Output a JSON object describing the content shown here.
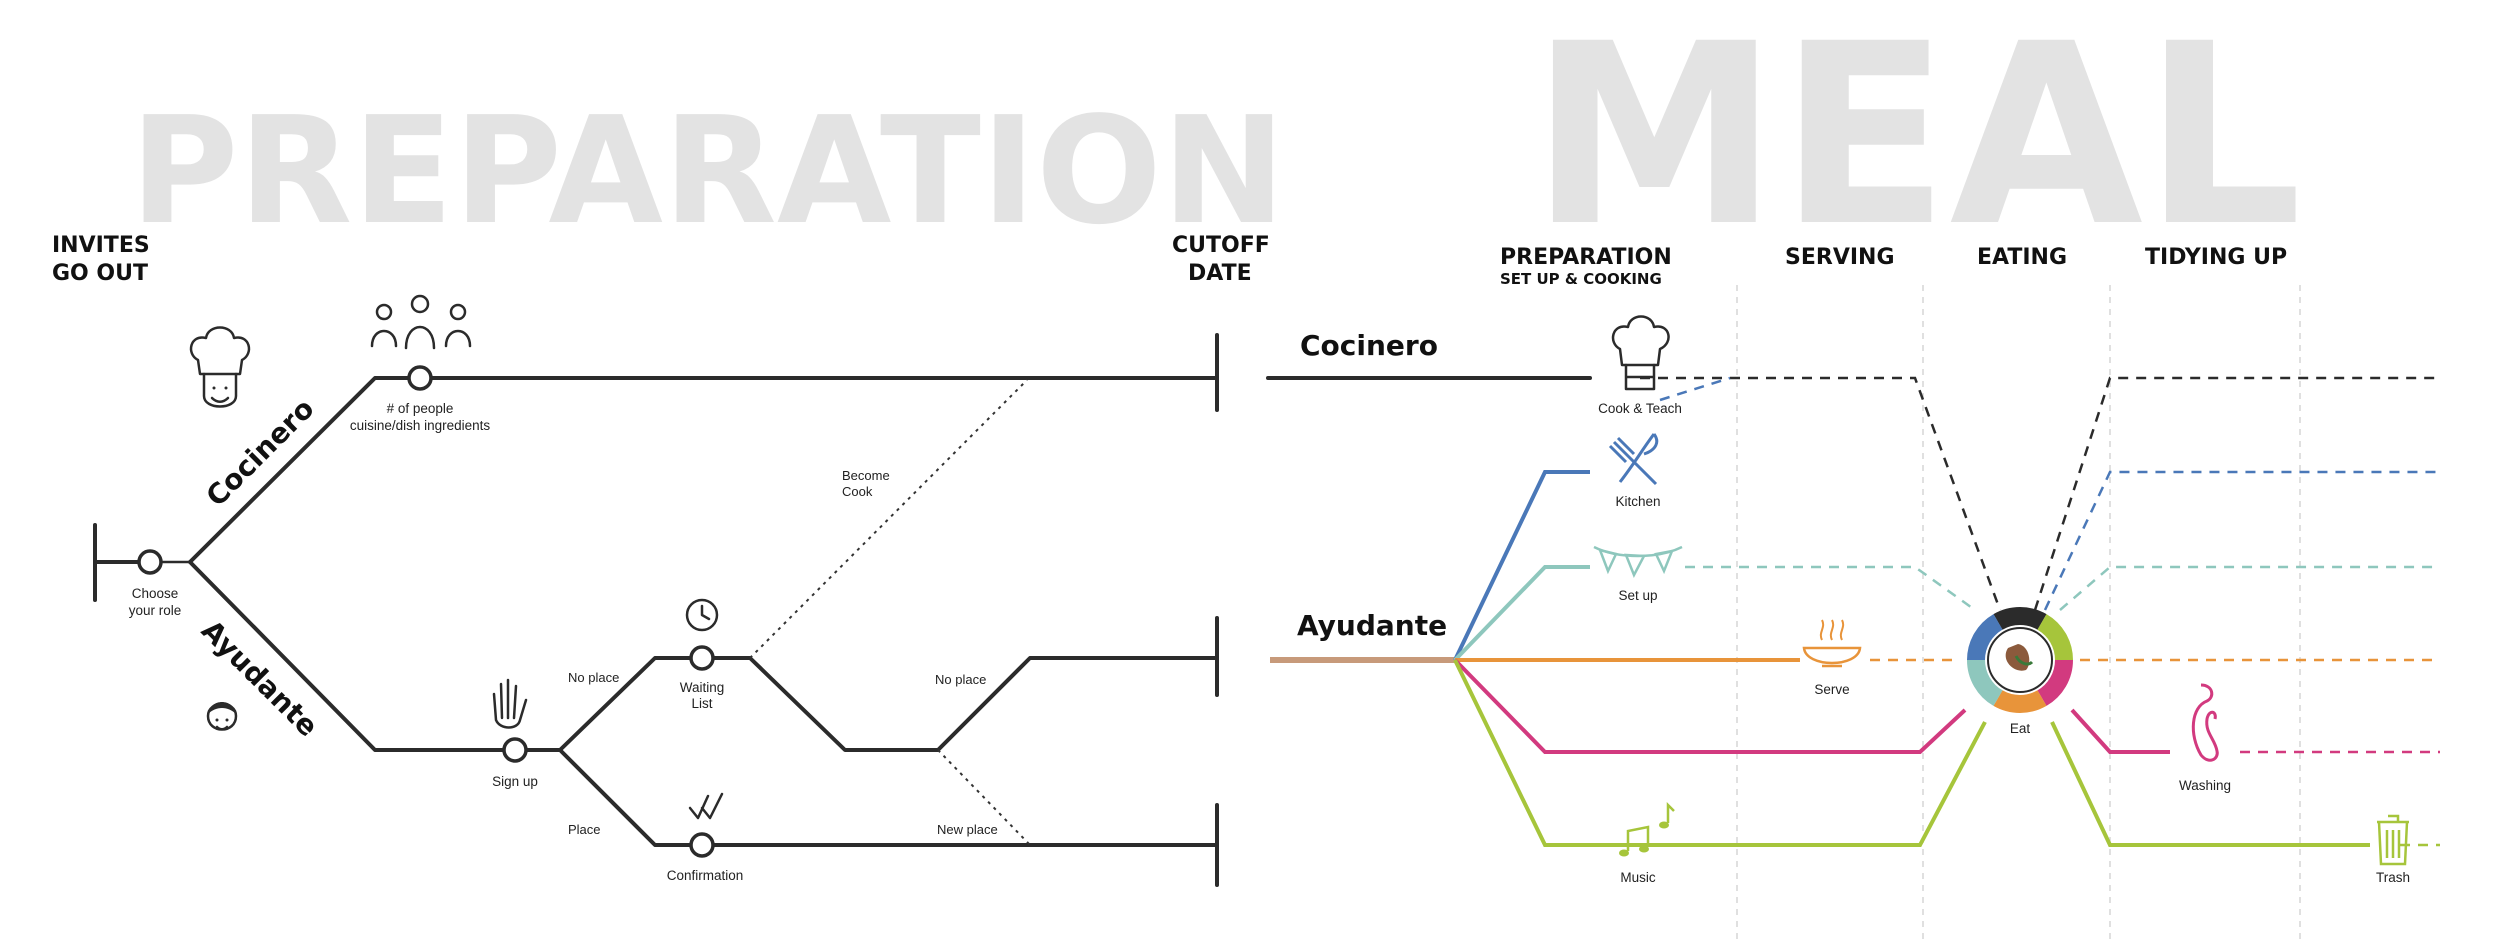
{
  "banner": {
    "preparation": "PREPARATION",
    "meal": "MEAL"
  },
  "left": {
    "invites_line1": "INVITES",
    "invites_line2": "GO OUT",
    "cutoff_line1": "CUTOFF",
    "cutoff_line2": "DATE",
    "role_cocinero": "Cocinero",
    "role_ayudante": "Ayudante",
    "choose_line1": "Choose",
    "choose_line2": "your role",
    "people_line1": "# of people",
    "people_line2": "cuisine/dish ingredients",
    "become_line1": "Become",
    "become_line2": "Cook",
    "no_place_1": "No place",
    "no_place_2": "No place",
    "waiting_line1": "Waiting",
    "waiting_line2": "List",
    "sign_up": "Sign up",
    "place": "Place",
    "new_place": "New place",
    "confirmation": "Confirmation"
  },
  "right": {
    "phase_preparation": "PREPARATION",
    "phase_preparation_sub": "SET UP & COOKING",
    "phase_serving": "SERVING",
    "phase_eating": "EATING",
    "phase_tidying": "TIDYING UP",
    "role_cocinero": "Cocinero",
    "role_ayudante": "Ayudante",
    "cook_teach": "Cook & Teach",
    "kitchen": "Kitchen",
    "set_up": "Set up",
    "serve": "Serve",
    "eat": "Eat",
    "washing": "Washing",
    "music": "Music",
    "trash": "Trash"
  },
  "colors": {
    "ink": "#2b2b2b",
    "blue": "#4a78b8",
    "teal": "#8ec7bd",
    "orange": "#e8943a",
    "pink": "#d23a7f",
    "green": "#a6c53b",
    "banner": "#e3e3e3"
  },
  "icons": [
    "chef-hat-icon",
    "people-icon",
    "face-icon",
    "hand-icon",
    "clock-icon",
    "checkmark-icon",
    "utensils-icon",
    "bunting-icon",
    "steaming-bowl-icon",
    "faucet-icon",
    "music-notes-icon",
    "trash-can-icon",
    "meal-wheel-icon"
  ]
}
